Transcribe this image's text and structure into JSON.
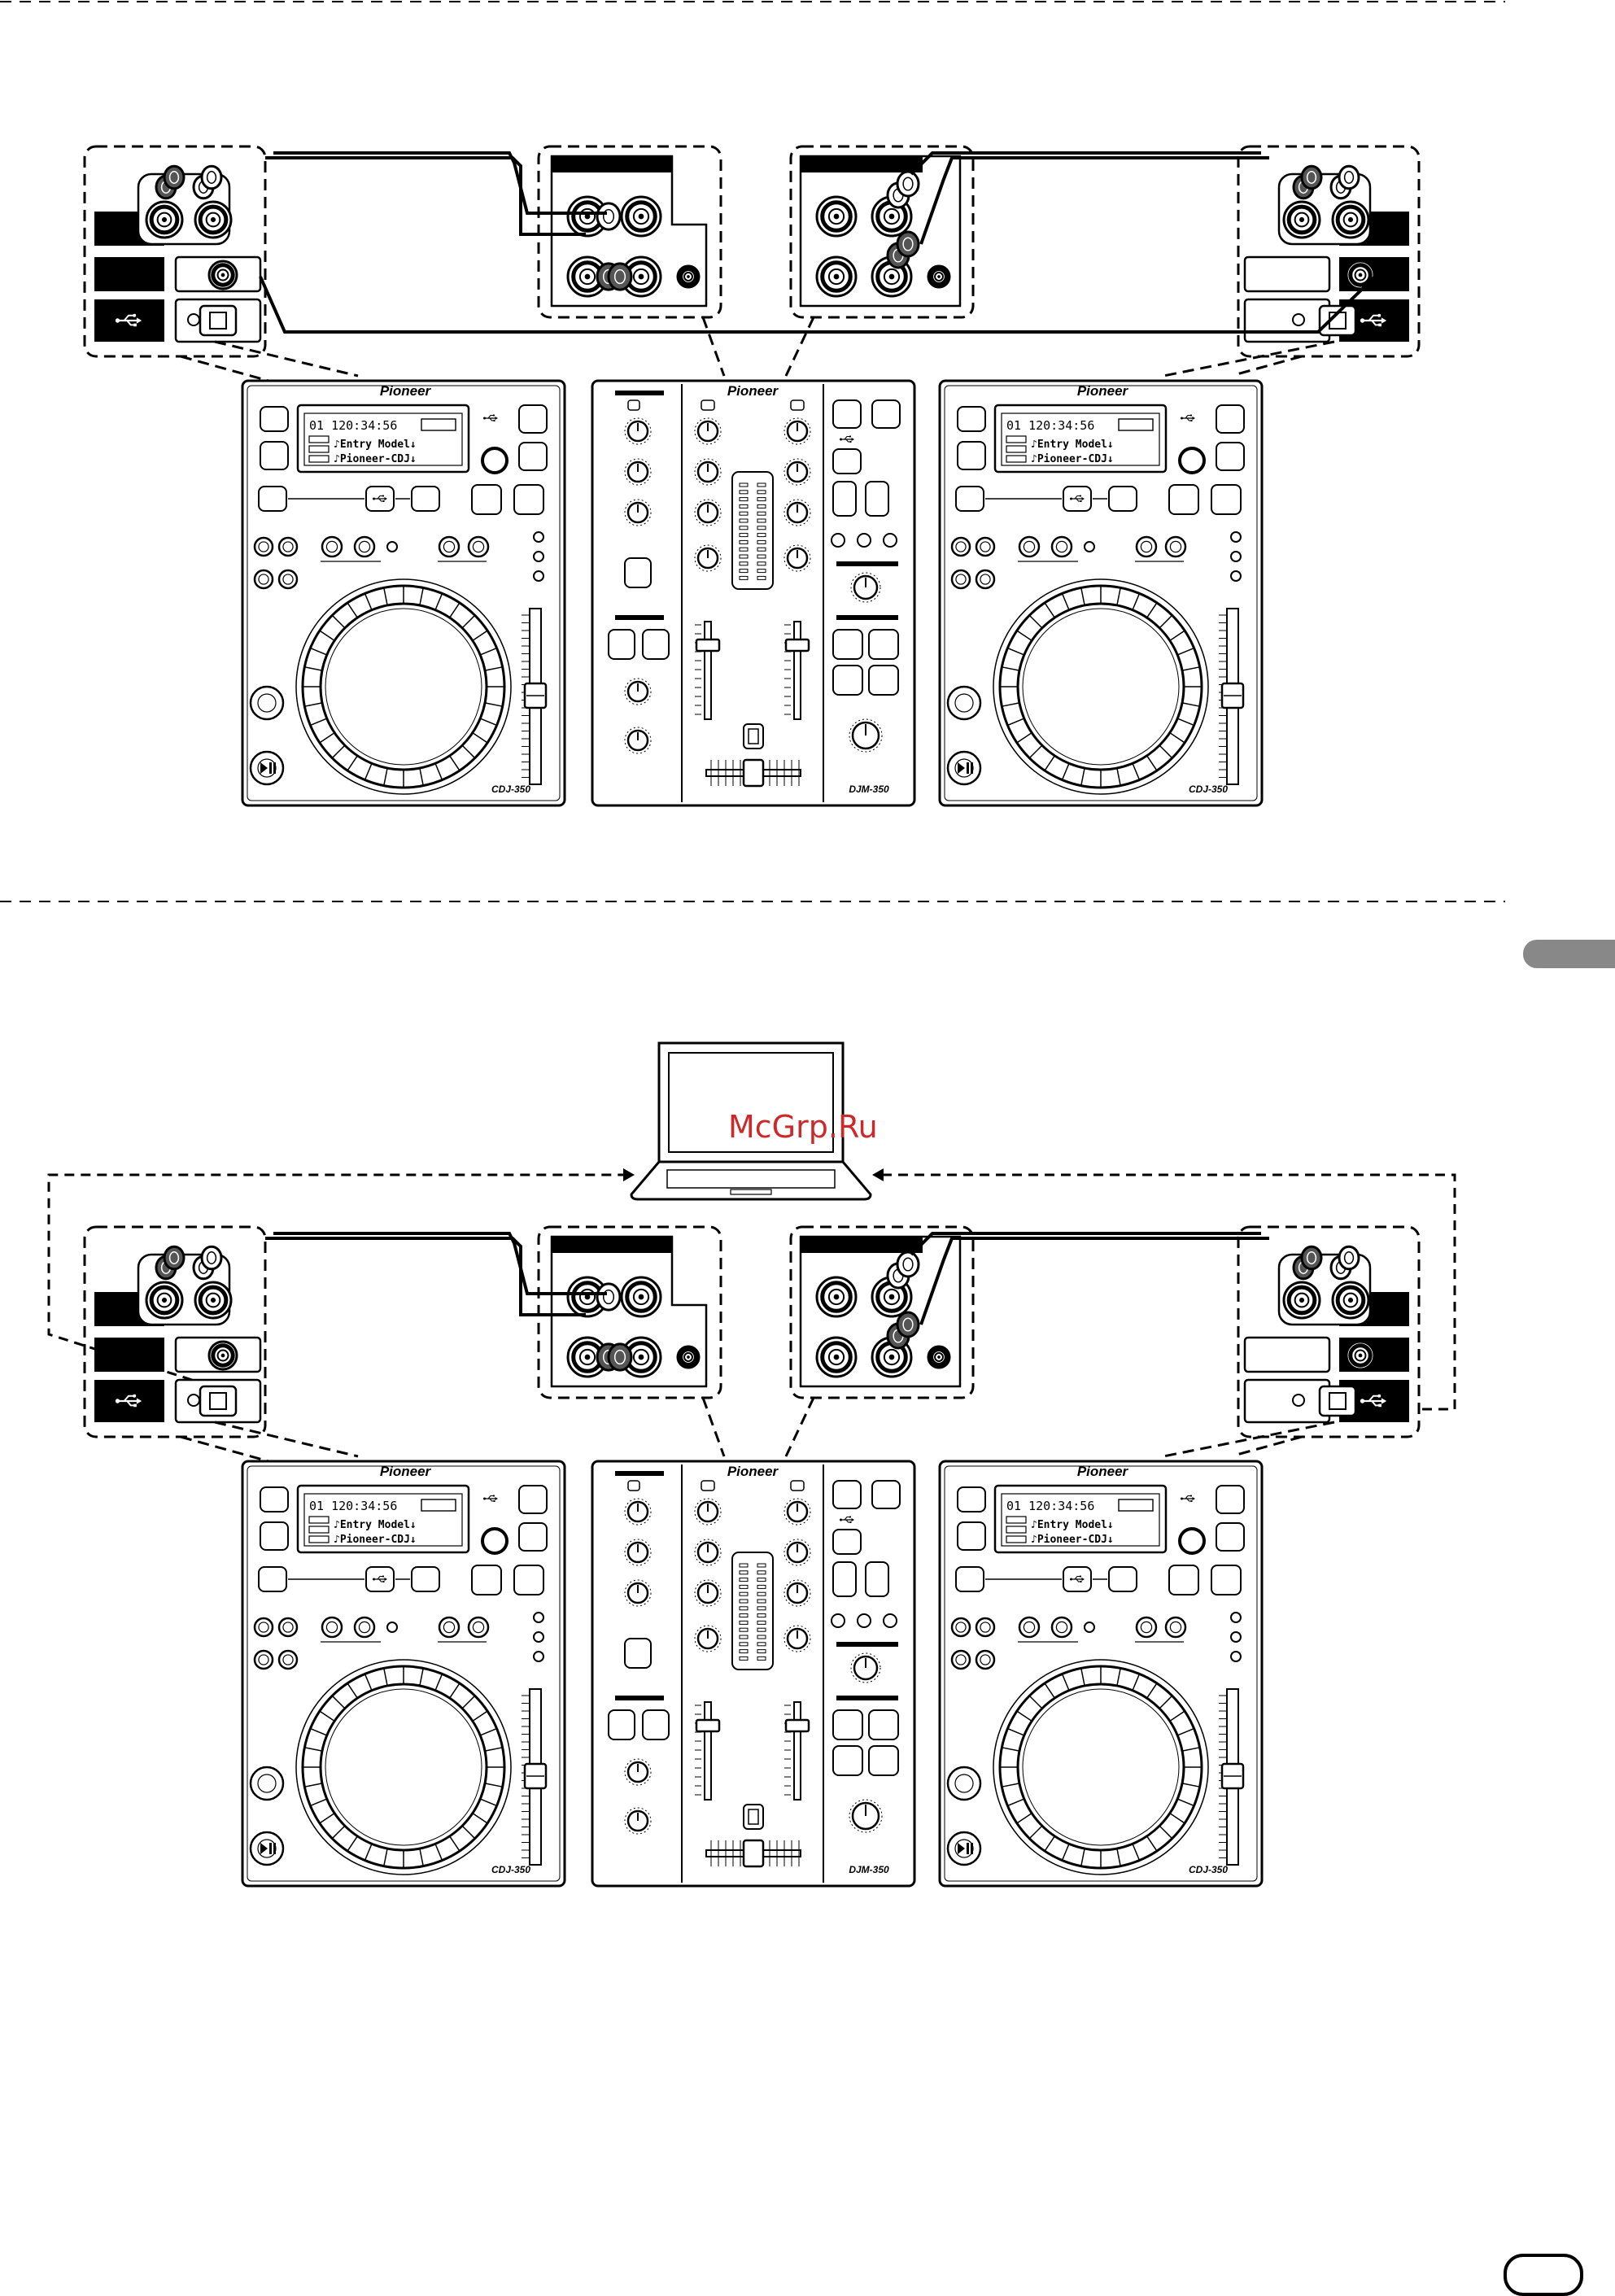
{
  "colors": {
    "ink": "#000000",
    "paper": "#ffffff",
    "watermark": "#cc2a2a",
    "side_tab": "#888888"
  },
  "watermark": "McGrp.Ru",
  "brand": "Pioneer",
  "players": {
    "model": "CDJ-350",
    "display_time": "01 120:34:56",
    "display_line1": "♪Entry Model↓",
    "display_line2": "♪Pioneer-CDJ↓"
  },
  "mixer": {
    "model": "DJM-350"
  },
  "icons": [
    "usb-icon",
    "laptop-icon",
    "rca-jack-icon",
    "jog-wheel-icon",
    "play-pause-icon",
    "cue-icon",
    "tempo-slider-icon",
    "crossfader-icon",
    "knob-icon"
  ]
}
